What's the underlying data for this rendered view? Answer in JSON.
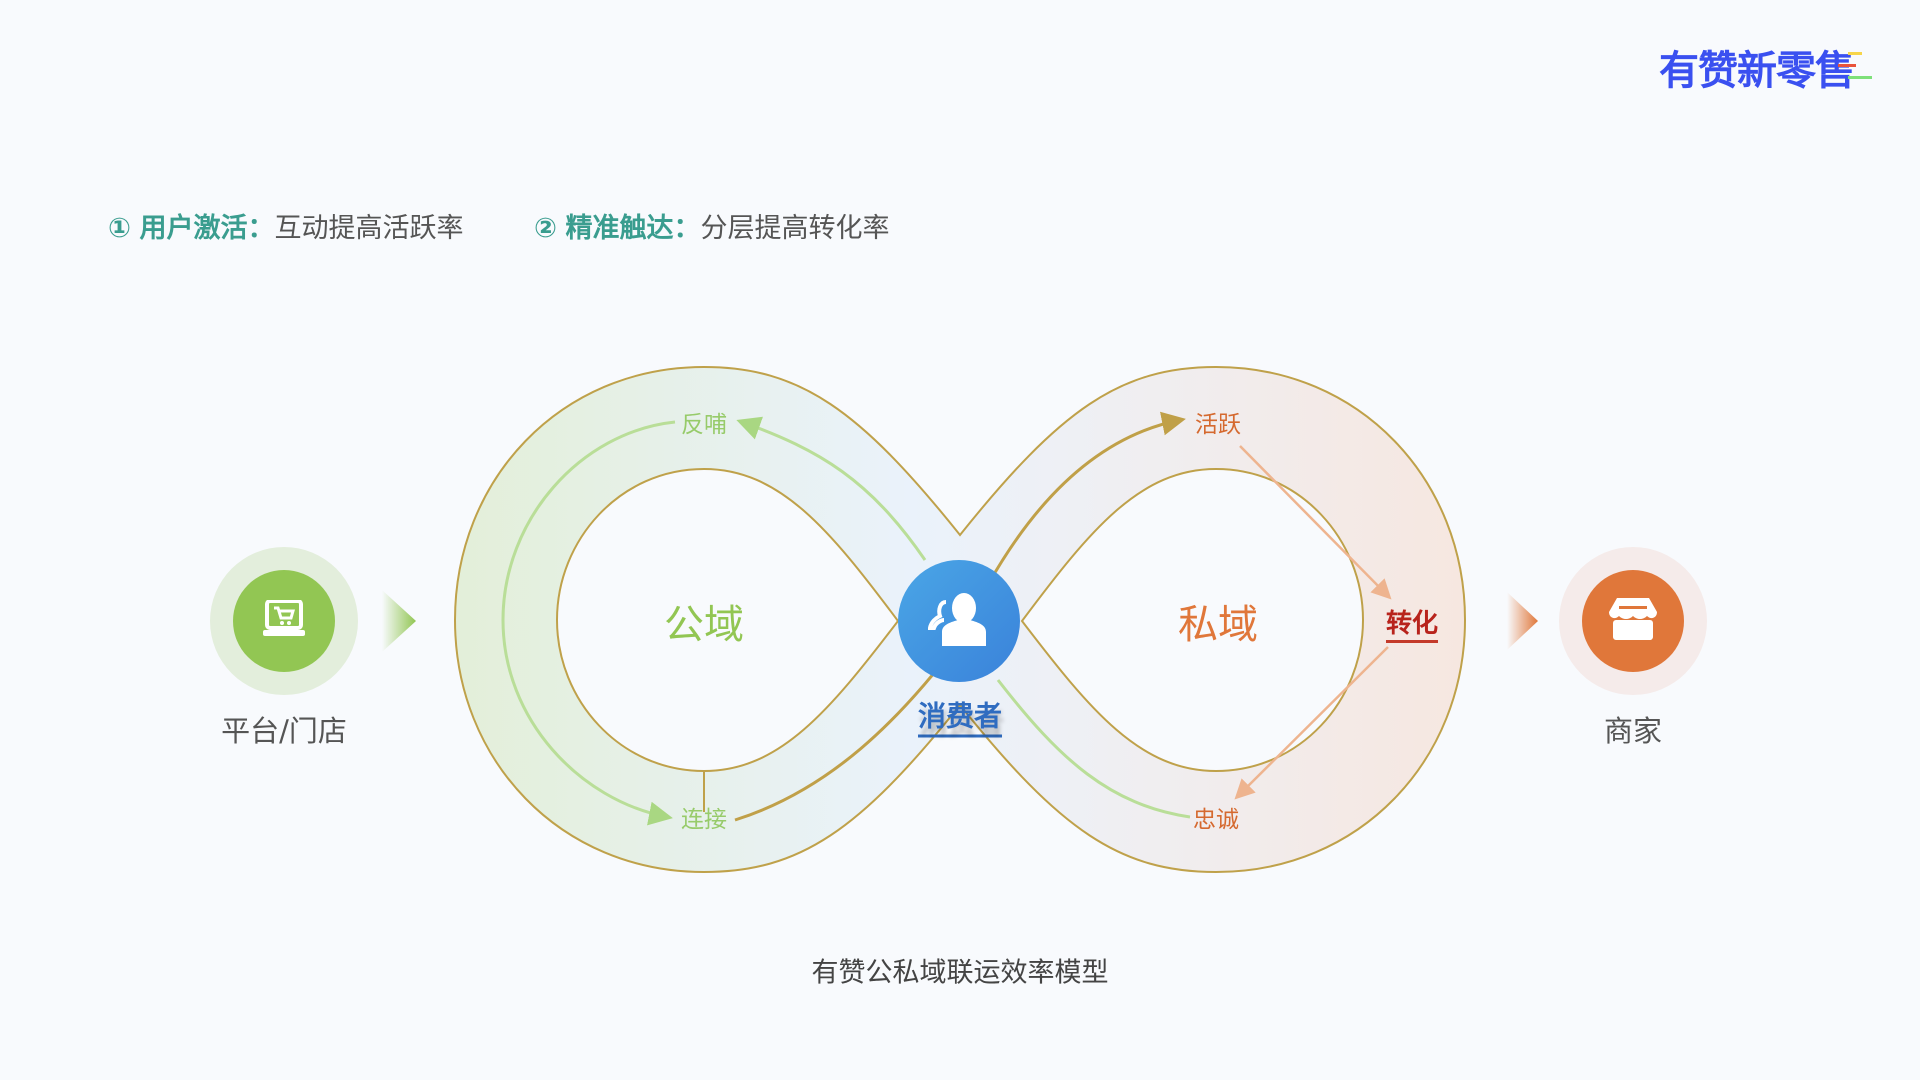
{
  "logo": {
    "text": "有赞新零售",
    "bar_colors": [
      "#f7d54a",
      "#e9533b",
      "#7ee07a"
    ]
  },
  "header": {
    "items": [
      {
        "num": "①",
        "key": "用户激活：",
        "desc": "互动提高活跃率"
      },
      {
        "num": "②",
        "key": "精准触达：",
        "desc": "分层提高转化率"
      }
    ]
  },
  "diagram": {
    "left_node": {
      "label": "平台/门店",
      "icon": "cart-laptop-icon",
      "color": "#92c653"
    },
    "right_node": {
      "label": "商家",
      "icon": "store-icon",
      "color": "#e0773a"
    },
    "center_node": {
      "label": "消费者",
      "icon": "users-icon",
      "color": "#3b8ee0"
    },
    "public_domain": "公域",
    "private_domain": "私域",
    "steps": {
      "feedback": "反哺",
      "connect": "连接",
      "active": "活跃",
      "convert": "转化",
      "loyal": "忠诚"
    }
  },
  "caption": "有赞公私域联运效率模型"
}
